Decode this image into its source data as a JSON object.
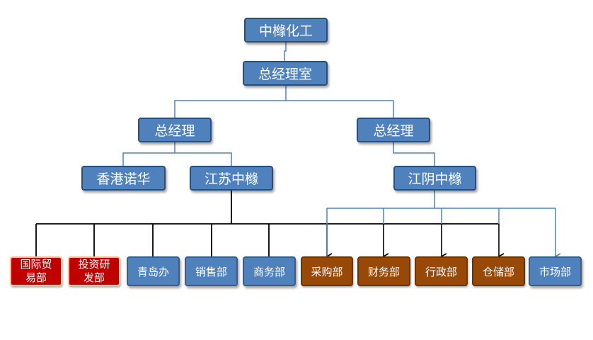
{
  "top": "中橼化工",
  "office": "总经理室",
  "gm_left": "总经理",
  "gm_right": "总经理",
  "hk": "香港诺华",
  "jiangsu": "江苏中橼",
  "jiangyin": "江阴中橼",
  "depts": {
    "intl_trade_1": "国际贸",
    "intl_trade_2": "易部",
    "invest_1": "投资研",
    "invest_2": "发部",
    "qingdao": "青岛办",
    "sales": "销售部",
    "commerce": "商务部",
    "purchase": "采购部",
    "finance": "财务部",
    "admin": "行政部",
    "storage": "仓储部",
    "market": "市场部"
  },
  "colors": {
    "blue": "#4f81bd",
    "red": "#c00000",
    "brown": "#984807",
    "line_blue": "#4f81bd",
    "line_black": "#000000"
  }
}
